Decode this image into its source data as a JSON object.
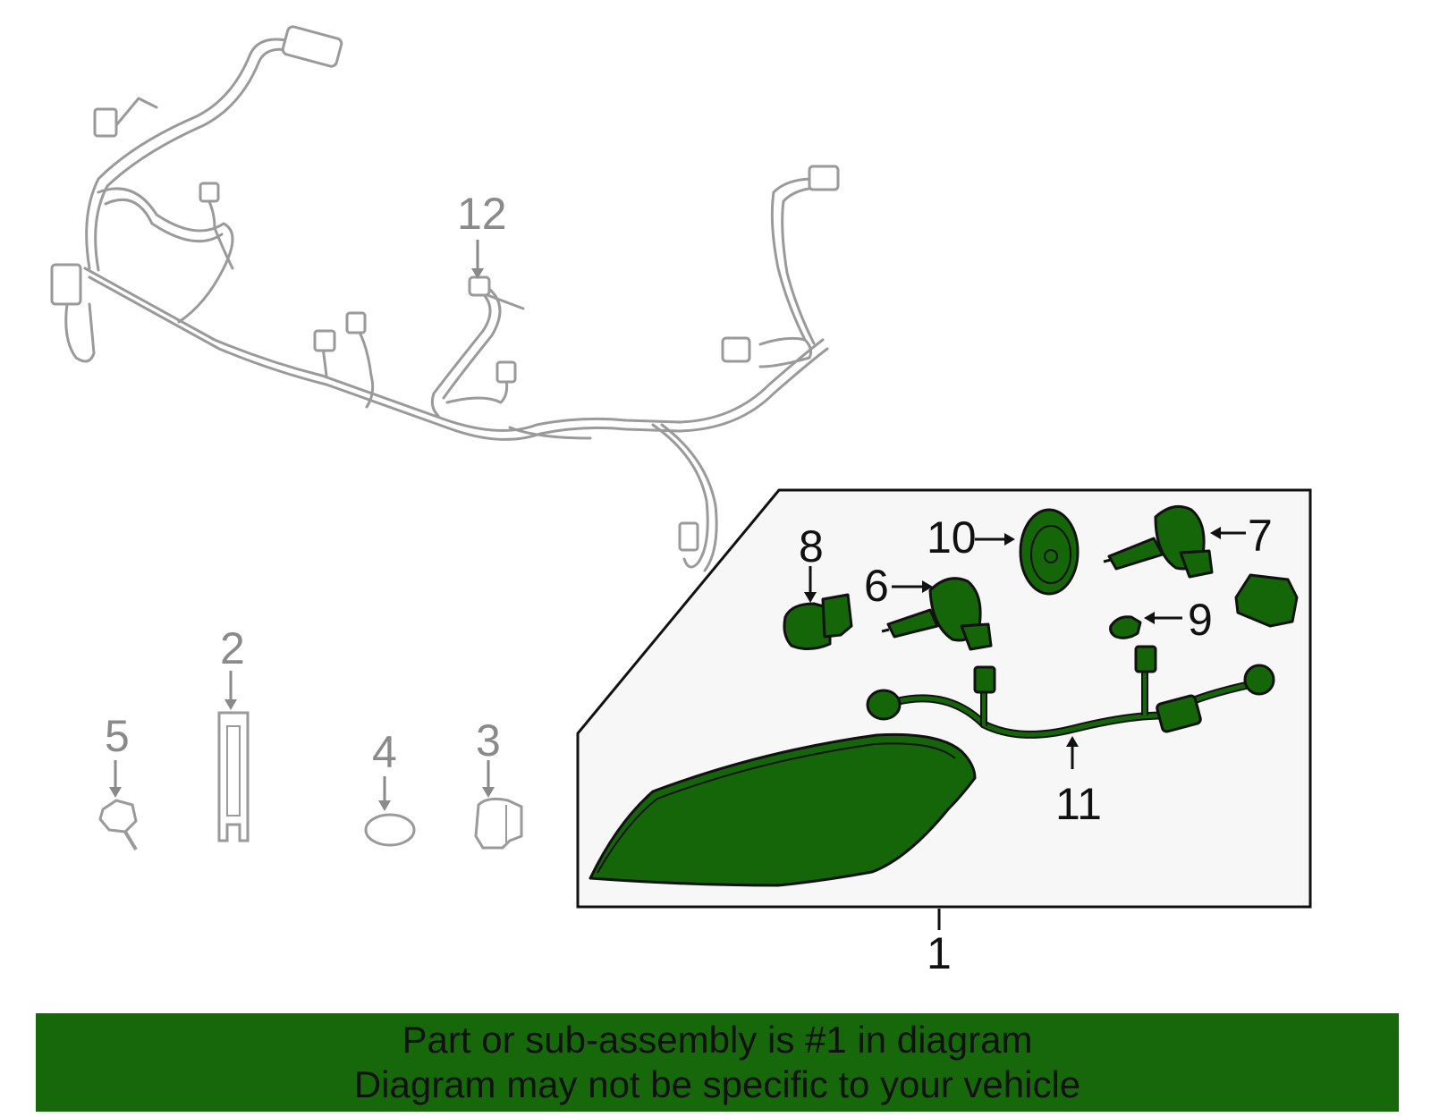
{
  "diagram": {
    "colors": {
      "highlight_green": "#146608",
      "banner_green": "#17680a",
      "box_fill": "#f7f7f7",
      "gray_line": "#9a9a9a"
    },
    "callouts": {
      "c1": "1",
      "c2": "2",
      "c3": "3",
      "c4": "4",
      "c5": "5",
      "c6": "6",
      "c7": "7",
      "c8": "8",
      "c9": "9",
      "c10": "10",
      "c11": "11",
      "c12": "12"
    }
  },
  "banner": {
    "line1": "Part or sub-assembly is #1 in diagram",
    "line2": "Diagram may not be specific to your vehicle"
  }
}
